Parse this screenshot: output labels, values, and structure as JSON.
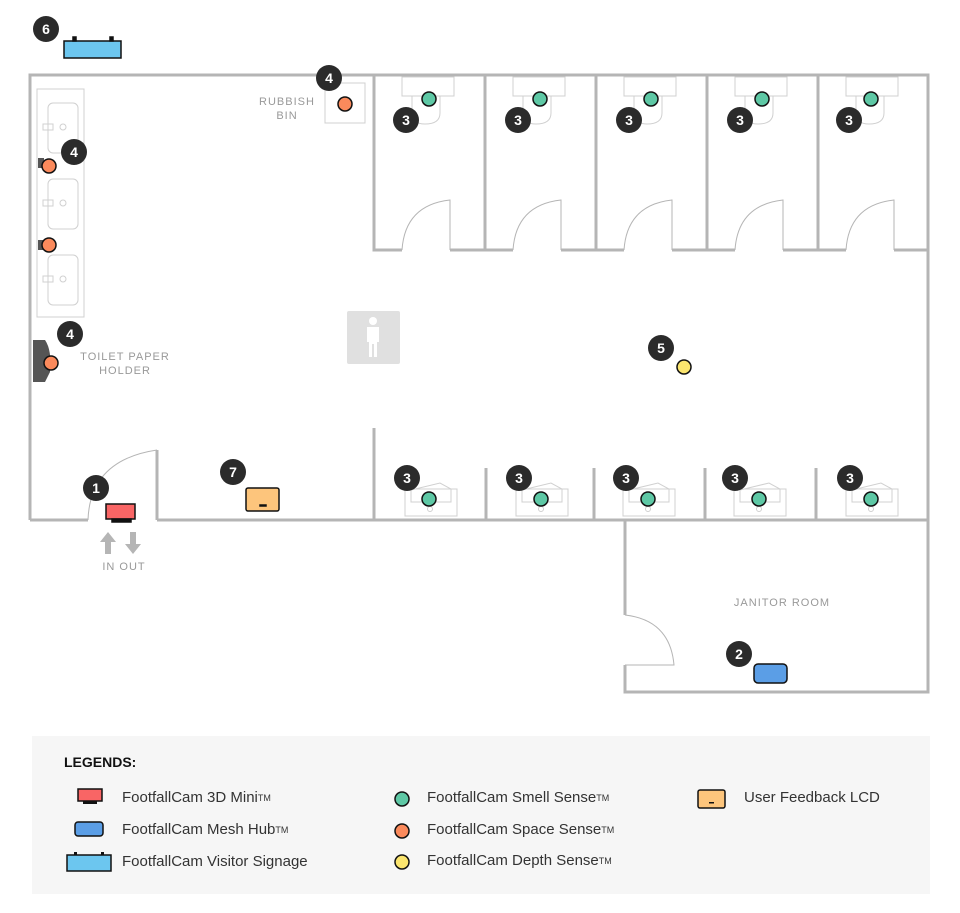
{
  "floorplan": {
    "labels": {
      "rubbish_bin": [
        "RUBBISH",
        "BIN"
      ],
      "toilet_paper_holder": [
        "TOILET PAPER",
        "HOLDER"
      ],
      "in_out": "IN OUT",
      "janitor_room": "JANITOR ROOM"
    },
    "badges": [
      {
        "id": "6",
        "device": "visitor-signage"
      },
      {
        "id": "4",
        "device": "space-sense-rubbish-bin"
      },
      {
        "id": "4",
        "device": "space-sense-sinks"
      },
      {
        "id": "4",
        "device": "space-sense-toilet-paper"
      },
      {
        "id": "3",
        "device": "smell-sense-cubicle-1"
      },
      {
        "id": "3",
        "device": "smell-sense-cubicle-2"
      },
      {
        "id": "3",
        "device": "smell-sense-cubicle-3"
      },
      {
        "id": "3",
        "device": "smell-sense-cubicle-4"
      },
      {
        "id": "3",
        "device": "smell-sense-cubicle-5"
      },
      {
        "id": "3",
        "device": "smell-sense-urinal-1"
      },
      {
        "id": "3",
        "device": "smell-sense-urinal-2"
      },
      {
        "id": "3",
        "device": "smell-sense-urinal-3"
      },
      {
        "id": "3",
        "device": "smell-sense-urinal-4"
      },
      {
        "id": "3",
        "device": "smell-sense-urinal-5"
      },
      {
        "id": "5",
        "device": "depth-sense"
      },
      {
        "id": "1",
        "device": "3d-mini"
      },
      {
        "id": "7",
        "device": "user-feedback-lcd"
      },
      {
        "id": "2",
        "device": "mesh-hub"
      }
    ]
  },
  "colors": {
    "wall": "#b5b5b5",
    "fixture": "#d0d0d0",
    "badge": "#2b2b2b",
    "mini3d": "#f96565",
    "mesh_hub": "#5b9ee6",
    "signage": "#6cc6ef",
    "smell": "#5ec8a5",
    "space": "#fb8a5c",
    "depth": "#fbe56e",
    "lcd": "#fdc57c",
    "legend_bg": "#f6f6f6"
  },
  "legend": {
    "title": "LEGENDS:",
    "items": [
      {
        "name": "FootfallCam 3D Mini",
        "tm": "TM",
        "icon": "3d-mini"
      },
      {
        "name": "FootfallCam Mesh Hub",
        "tm": "TM",
        "icon": "mesh-hub"
      },
      {
        "name": "FootfallCam Visitor Signage",
        "tm": "",
        "icon": "visitor-signage"
      },
      {
        "name": "FootfallCam Smell Sense",
        "tm": "TM",
        "icon": "smell-sense"
      },
      {
        "name": "FootfallCam Space Sense",
        "tm": "TM",
        "icon": "space-sense"
      },
      {
        "name": "FootfallCam Depth Sense",
        "tm": "TM",
        "icon": "depth-sense"
      },
      {
        "name": "User Feedback LCD",
        "tm": "",
        "icon": "user-feedback-lcd"
      }
    ]
  }
}
